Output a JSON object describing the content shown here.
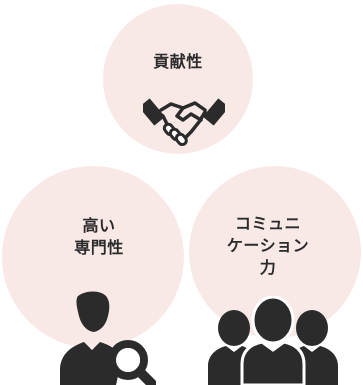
{
  "circles": {
    "top": {
      "label": "貢献性",
      "icon": "handshake-icon"
    },
    "left": {
      "lines": [
        "高い",
        "専門性"
      ],
      "icon": "person-search-icon"
    },
    "right": {
      "lines": [
        "コミュニ",
        "ケーション",
        "力"
      ],
      "icon": "people-group-icon"
    }
  },
  "colors": {
    "circle_fill": "#f8e9e6",
    "icon": "#2b2b2b",
    "text": "#2b2b2b"
  }
}
